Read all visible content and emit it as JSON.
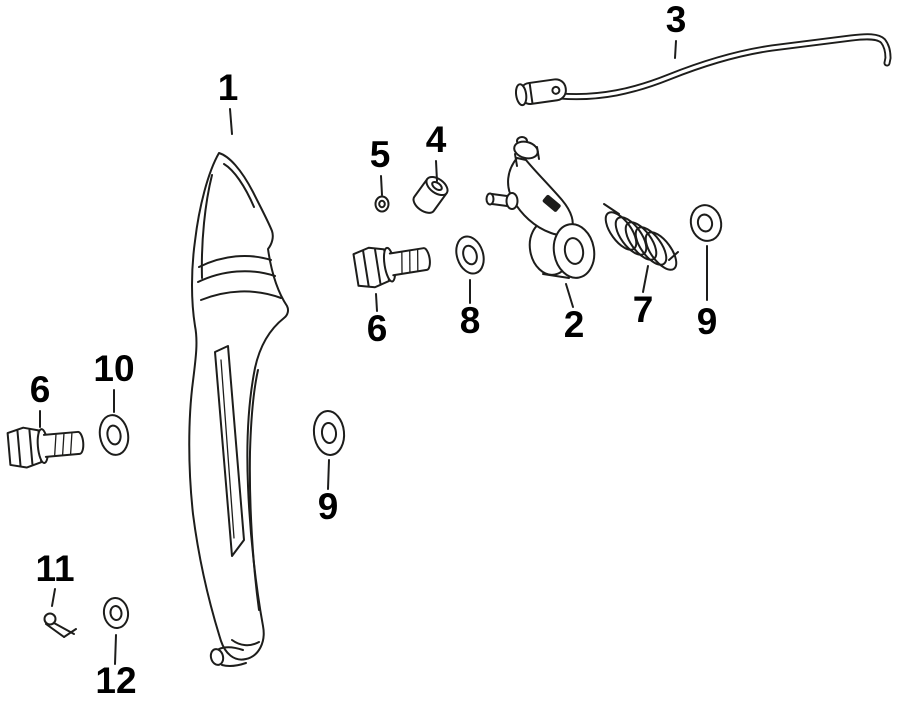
{
  "diagram": {
    "kind": "exploded-parts-diagram",
    "background": "#ffffff",
    "line_color": "#1d1d1b",
    "text_color": "#000000",
    "callouts": {
      "c1": "1",
      "c2": "2",
      "c3": "3",
      "c4": "4",
      "c5": "5",
      "c6_top": "6",
      "c6_left": "6",
      "c7": "7",
      "c8": "8",
      "c9_right": "9",
      "c9_mid": "9",
      "c10": "10",
      "c11": "11",
      "c12": "12"
    }
  }
}
